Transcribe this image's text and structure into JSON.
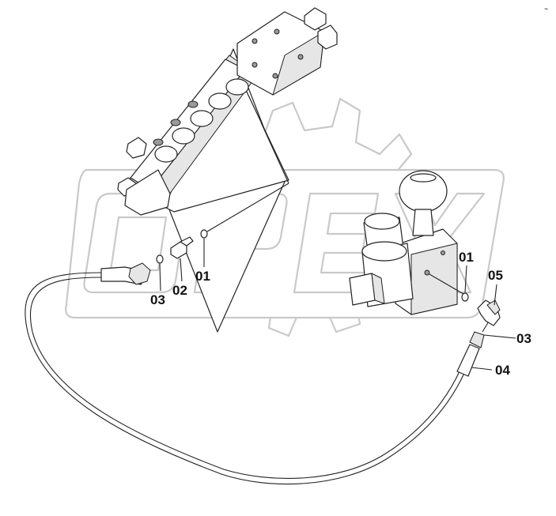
{
  "colors": {
    "line": "#222222",
    "watermark": "#c9c9c9",
    "background": "#ffffff"
  },
  "watermark": {
    "text": "OPEX"
  },
  "callouts": {
    "a": "01",
    "b": "02",
    "c": "03",
    "d": "01",
    "e": "05",
    "f": "03",
    "g": "04"
  }
}
